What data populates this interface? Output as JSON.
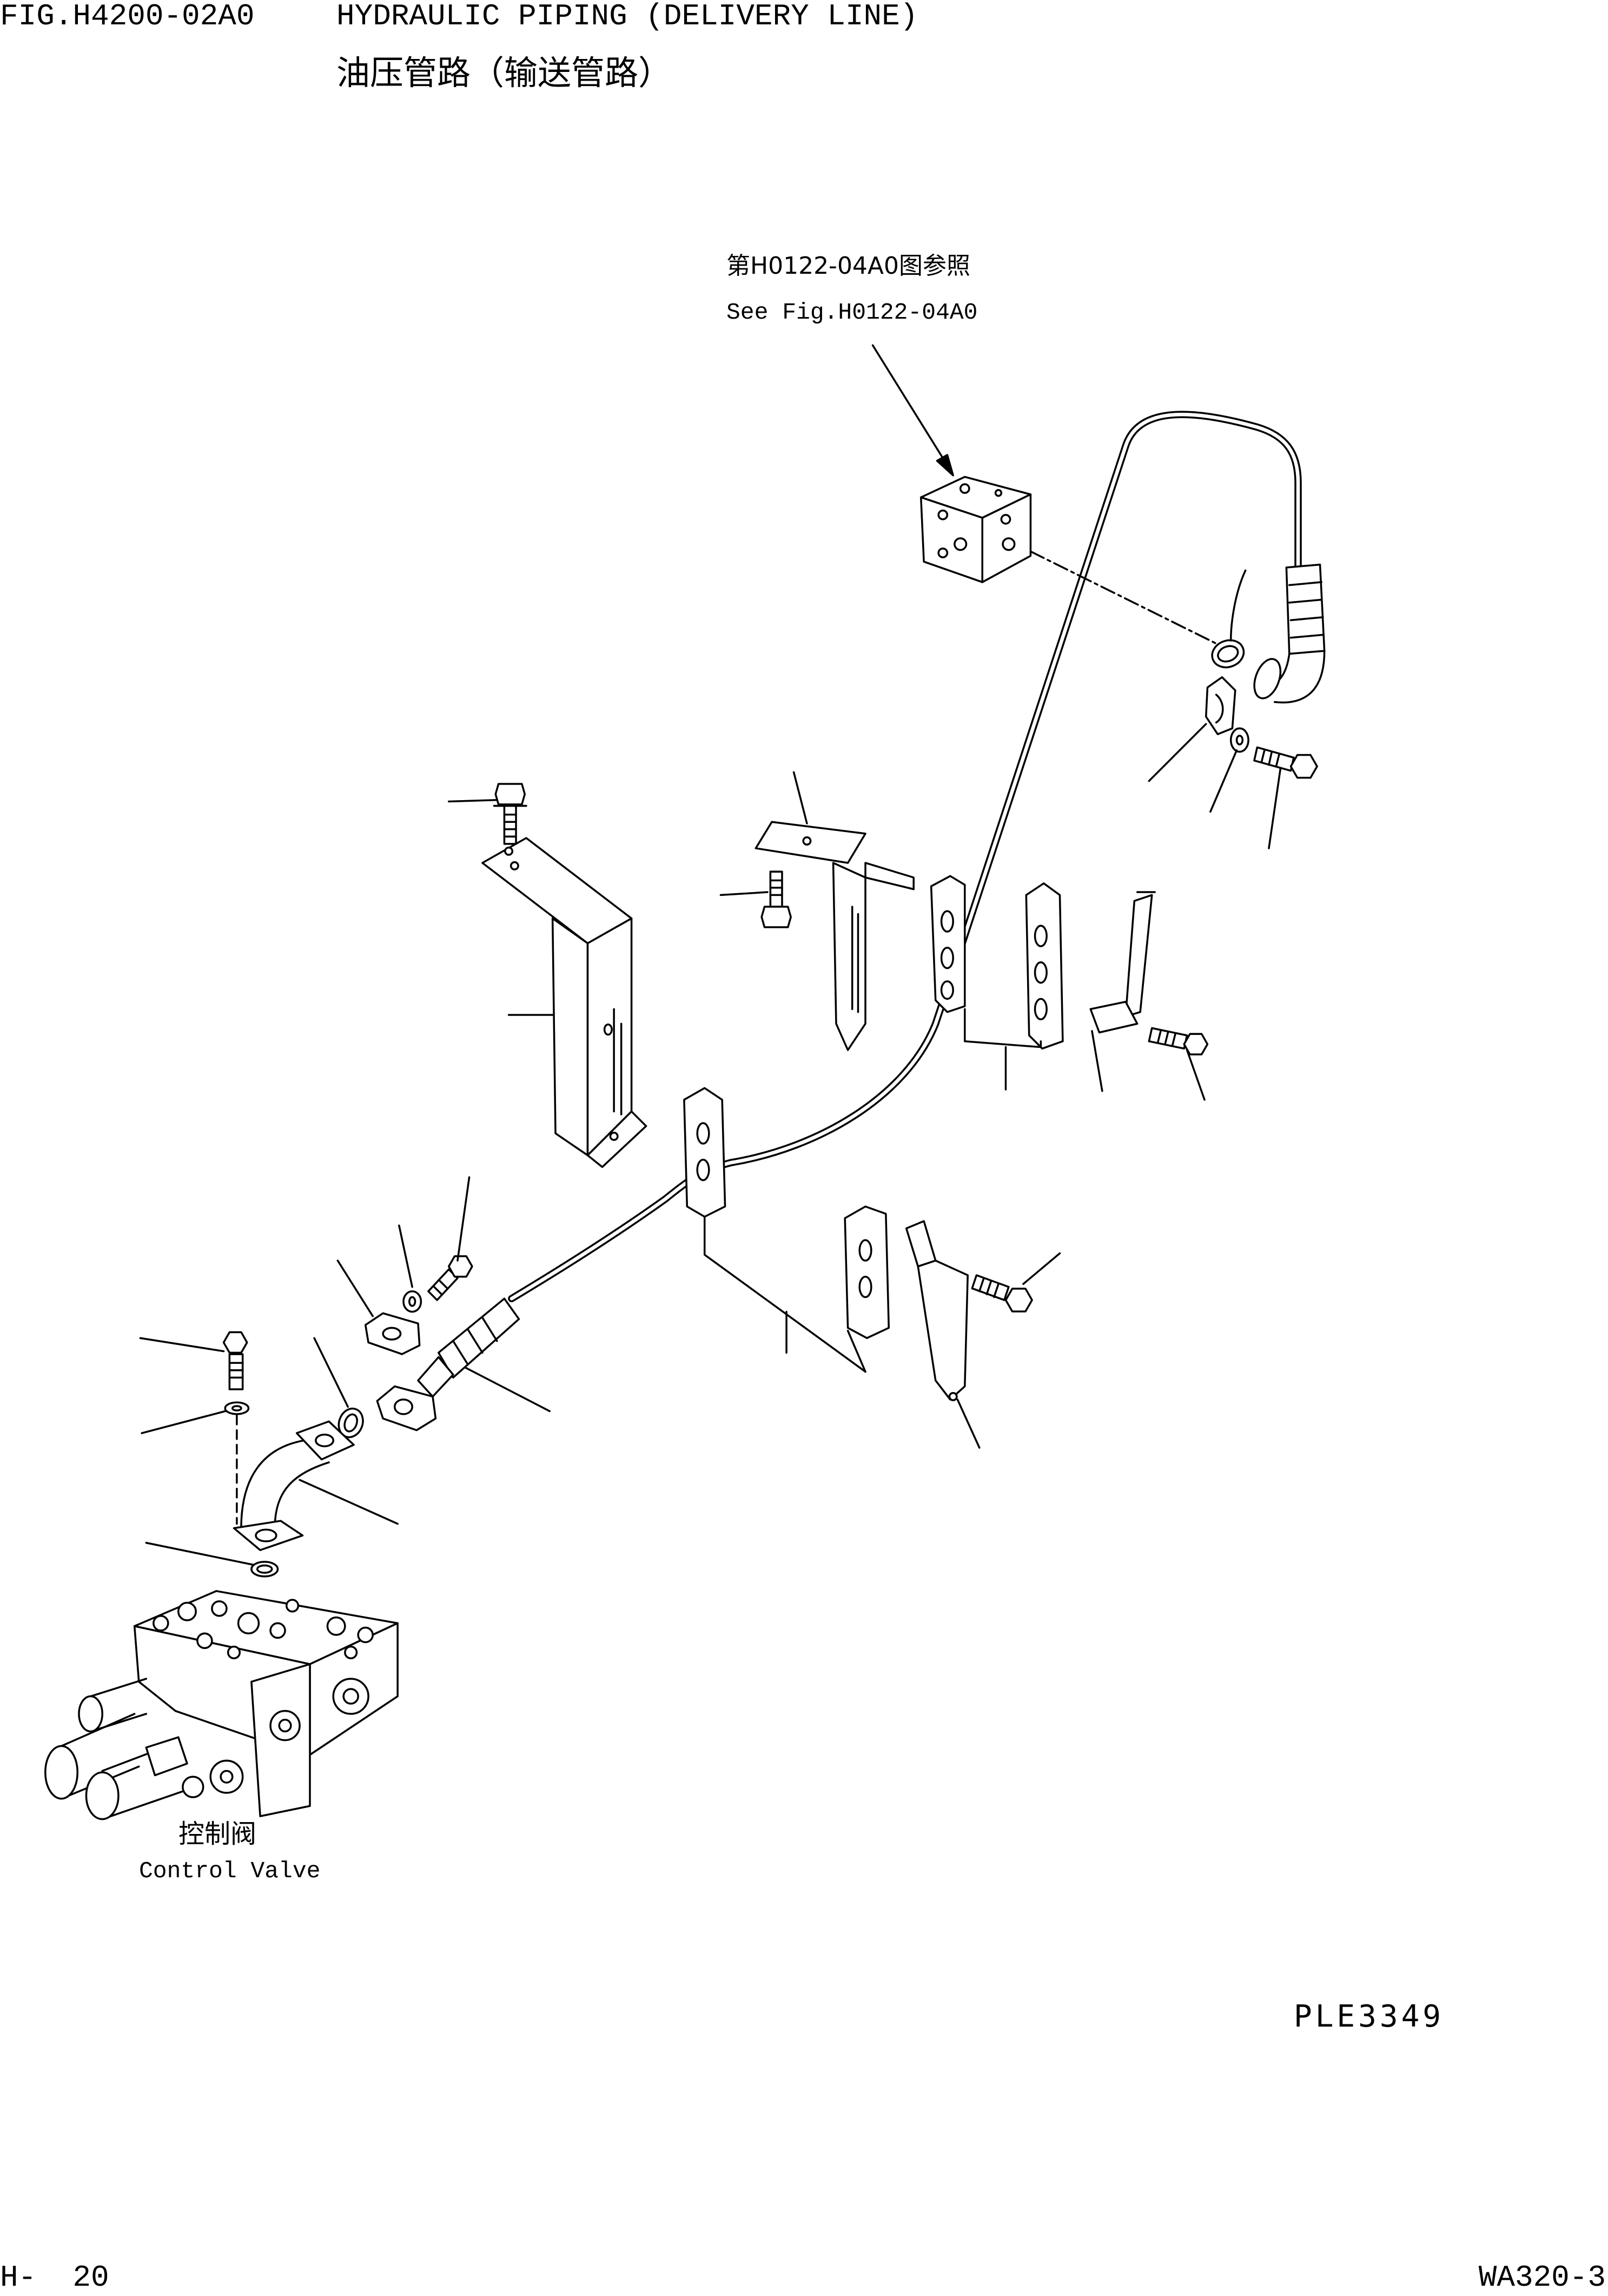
{
  "header": {
    "figure_number": "FIG.H4200-02A0",
    "title_en": "HYDRAULIC PIPING (DELIVERY LINE)",
    "title_cn": "油压管路（输送管路）"
  },
  "callouts": {
    "reference_cn": "第H0122-04A0图参照",
    "reference_en": "See Fig.H0122-04A0",
    "control_valve_cn": "控制阀",
    "control_valve_en": "Control Valve"
  },
  "drawing_code": "PLE3349",
  "footer": {
    "page": "H-  20",
    "model": "WA320-3"
  }
}
